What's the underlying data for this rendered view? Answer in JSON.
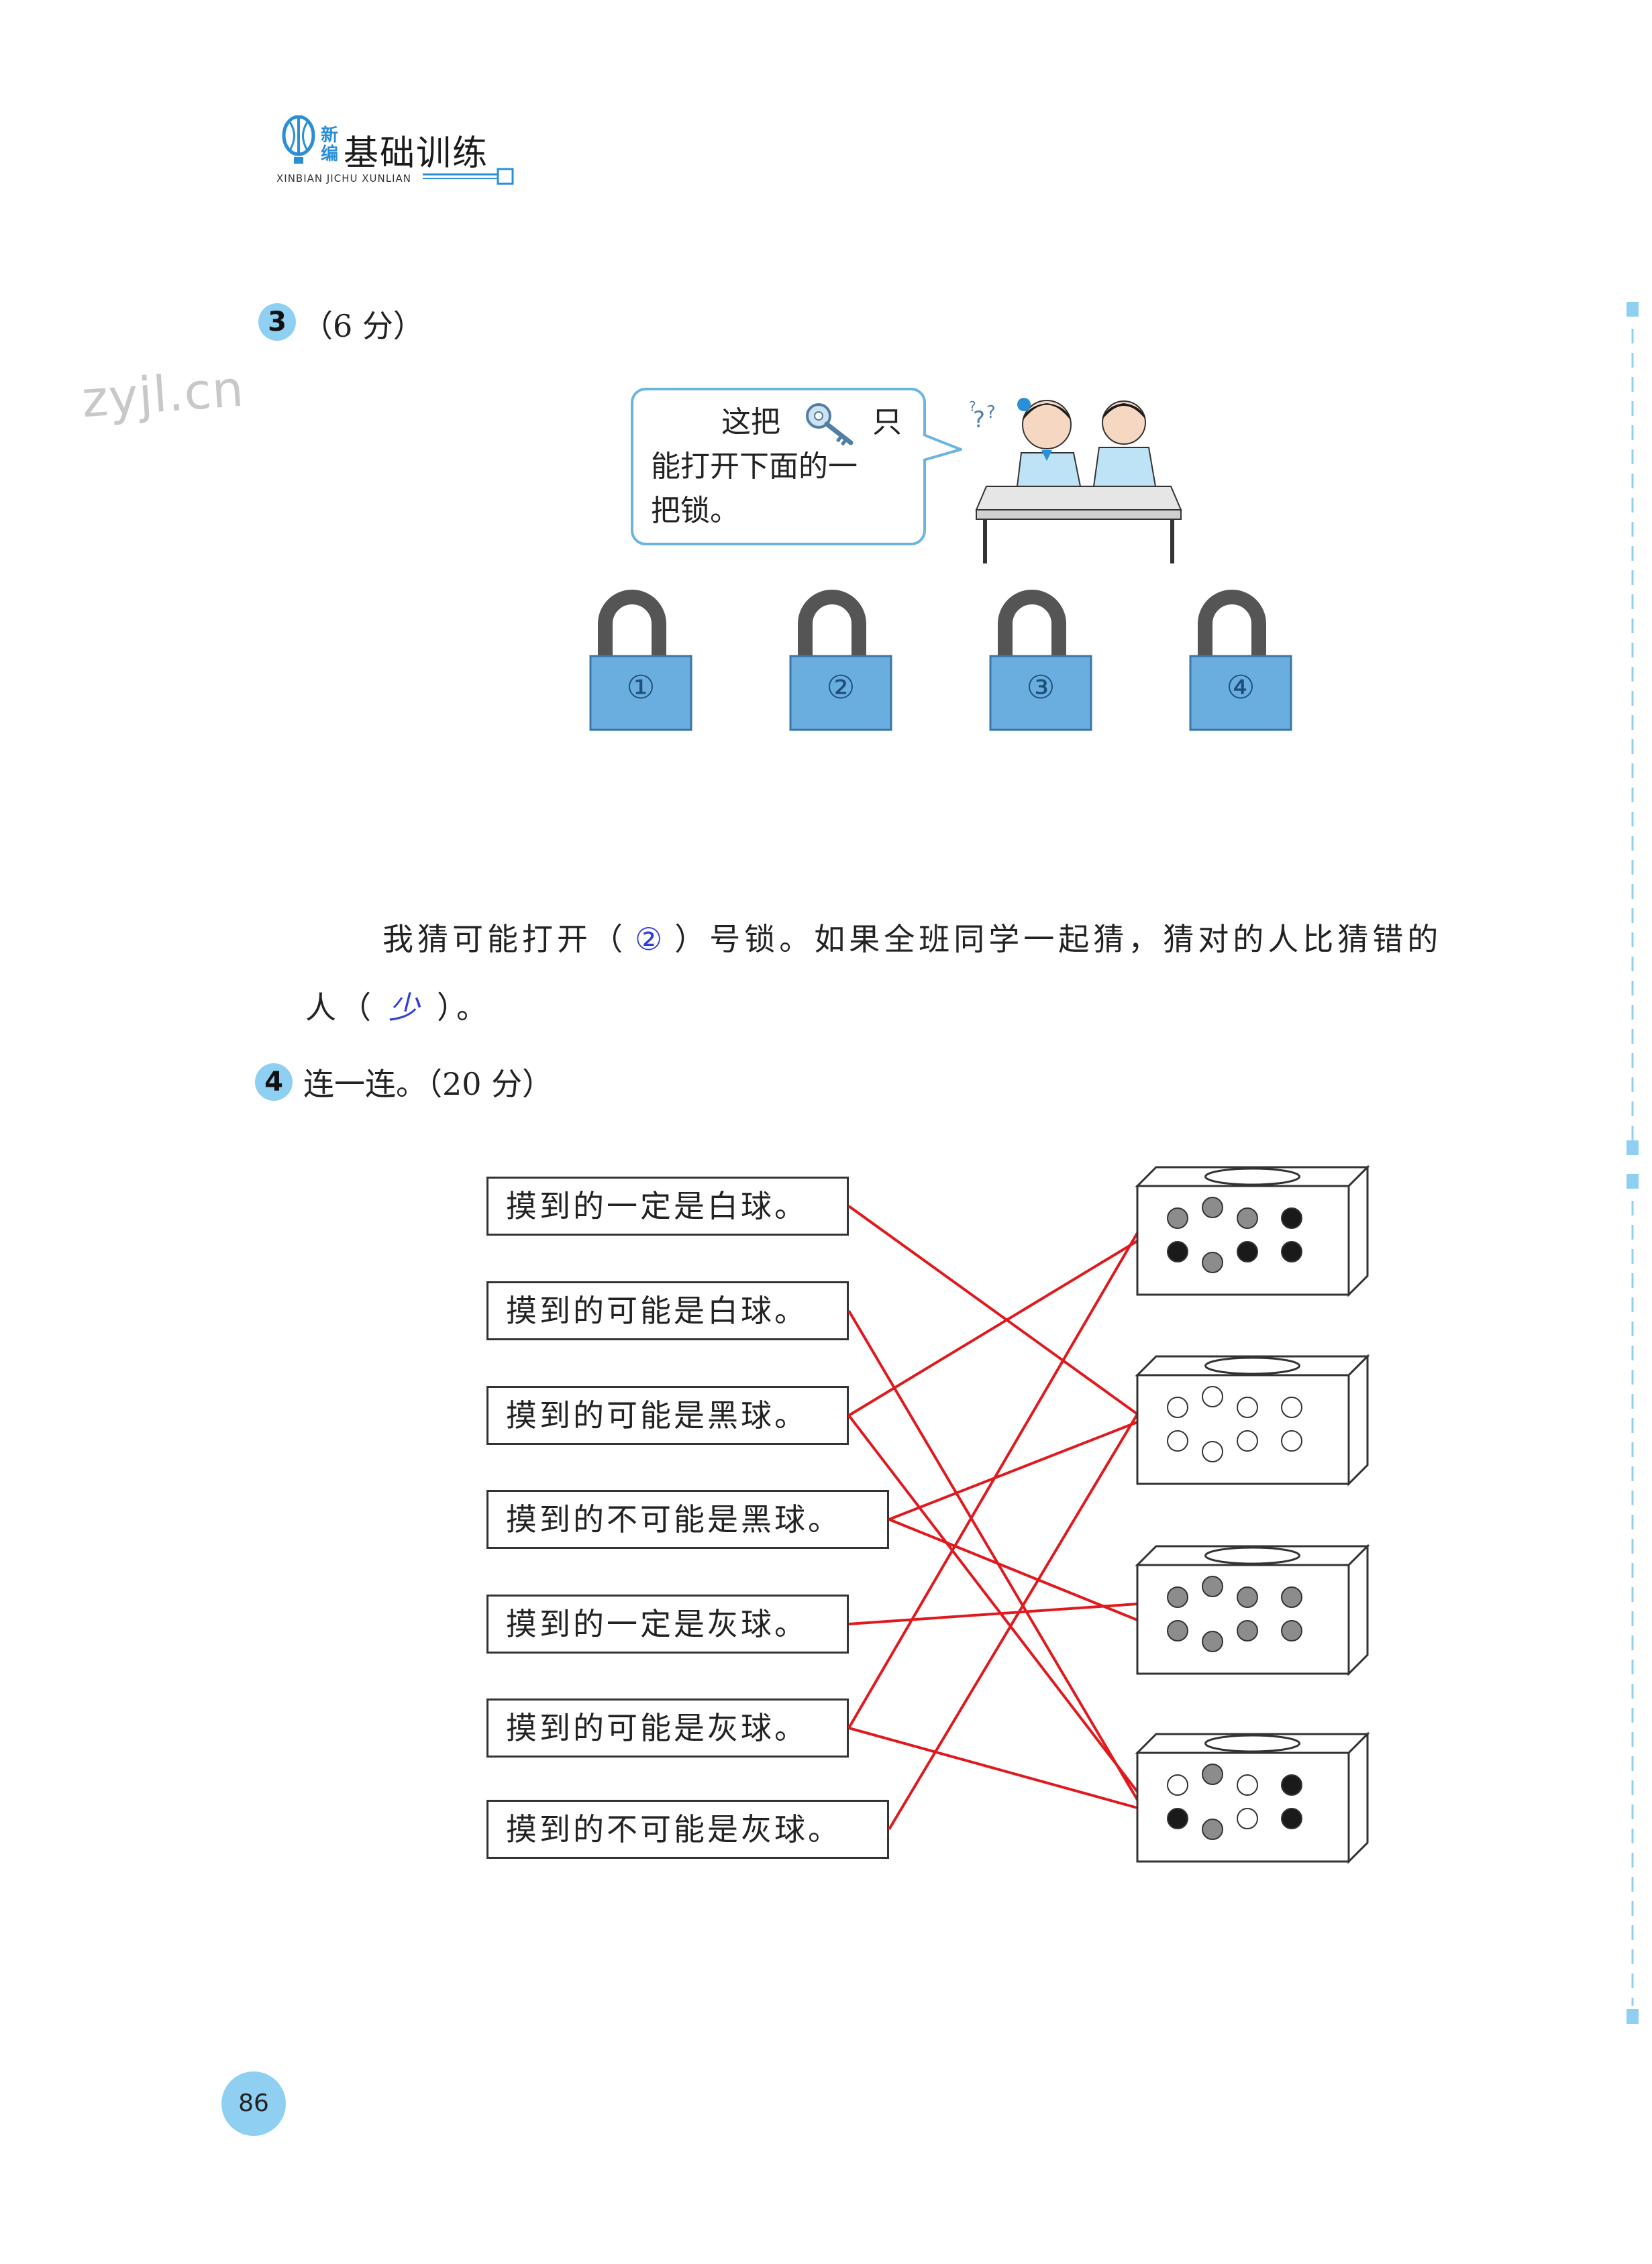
{
  "header": {
    "brand_xin": "新编",
    "brand_title": "基础训练",
    "brand_sub": "XINBIAN JICHU XUNLIAN"
  },
  "watermark": "zyjl.cn",
  "q3": {
    "number": "3",
    "score": "（6 分）",
    "bubble_line1": "这把",
    "bubble_line1_end": "只",
    "bubble_line2": "能打开下面的一",
    "bubble_line3": "把锁。",
    "locks": [
      "①",
      "②",
      "③",
      "④"
    ],
    "sentence_part1": "我猜可能打开（",
    "answer1": "②",
    "sentence_part2": "）号锁。如果全班同学一起猜，猜对的人比猜错的",
    "sentence_line2_part1": "人（",
    "answer2": "少",
    "sentence_line2_part2": "）。"
  },
  "q4": {
    "number": "4",
    "title": "连一连。（20 分）",
    "options": [
      "摸到的一定是白球。",
      "摸到的可能是白球。",
      "摸到的可能是黑球。",
      "摸到的不可能是黑球。",
      "摸到的一定是灰球。",
      "摸到的可能是灰球。",
      "摸到的不可能是灰球。"
    ],
    "boxes": [
      {
        "balls": [
          "gray",
          "gray",
          "gray",
          "black",
          "black",
          "gray",
          "black",
          "black"
        ]
      },
      {
        "balls": [
          "white",
          "white",
          "white",
          "white",
          "white",
          "white",
          "white",
          "white"
        ]
      },
      {
        "balls": [
          "gray",
          "gray",
          "gray",
          "gray",
          "gray",
          "gray",
          "gray",
          "gray"
        ]
      },
      {
        "balls": [
          "white",
          "gray",
          "white",
          "black",
          "black",
          "gray",
          "white",
          "black"
        ]
      }
    ],
    "connections": [
      [
        0,
        1
      ],
      [
        1,
        3
      ],
      [
        2,
        0
      ],
      [
        2,
        3
      ],
      [
        3,
        1
      ],
      [
        3,
        2
      ],
      [
        4,
        2
      ],
      [
        5,
        0
      ],
      [
        5,
        3
      ],
      [
        6,
        1
      ]
    ]
  },
  "page_number": "86",
  "colors": {
    "accent_blue": "#8fd0f2",
    "lock_blue": "#6aaee0",
    "line_red": "#e0191e",
    "answer_blue": "#2e3fd6"
  }
}
